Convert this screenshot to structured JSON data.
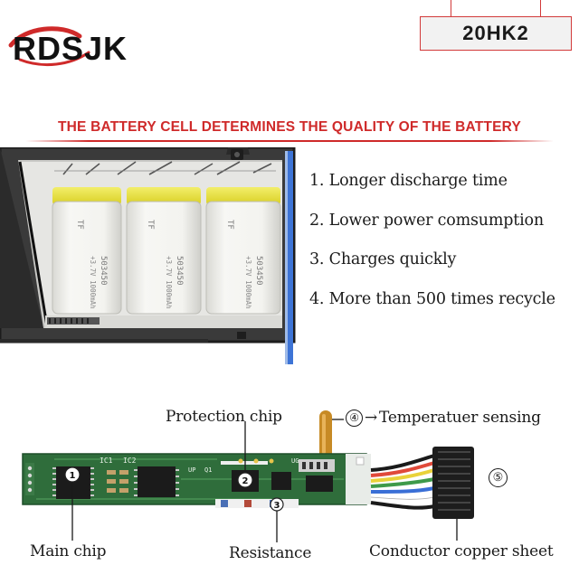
{
  "brand": {
    "name": "RDSJK"
  },
  "model": {
    "code": "20HK2"
  },
  "headline": "THE BATTERY CELL DETERMINES THE QUALITY OF THE BATTERY",
  "features": [
    "1. Longer discharge time",
    "2. Lower power comsumption",
    "3. Charges quickly",
    "4. More than 500 times recycle"
  ],
  "cells": [
    {
      "brand": "TF",
      "model": "503450",
      "spec": "+3.7V 1000mAh"
    },
    {
      "brand": "TF",
      "model": "503450",
      "spec": "+3.7V 1000mAh"
    },
    {
      "brand": "TF",
      "model": "503450",
      "spec": "+3.7V 1000mAh"
    }
  ],
  "board": {
    "silkscreen": [
      "IC1",
      "IC2",
      "UP",
      "Q1",
      "UG"
    ],
    "markers": [
      "1",
      "2",
      "3"
    ]
  },
  "labels": {
    "protection_chip": "Protection chip",
    "temp_num": "④",
    "temp_text": "Temperatuer sensing",
    "main_chip": "Main chip",
    "resistance": "Resistance",
    "copper_num": "⑤",
    "copper_text": "Conductor copper sheet"
  },
  "colors": {
    "accent_red": "#cf2a2a",
    "board_green": "#2e6b3a",
    "cell_wrap_yellow": "#e9e23a",
    "cell_white": "#f3f3f0"
  }
}
